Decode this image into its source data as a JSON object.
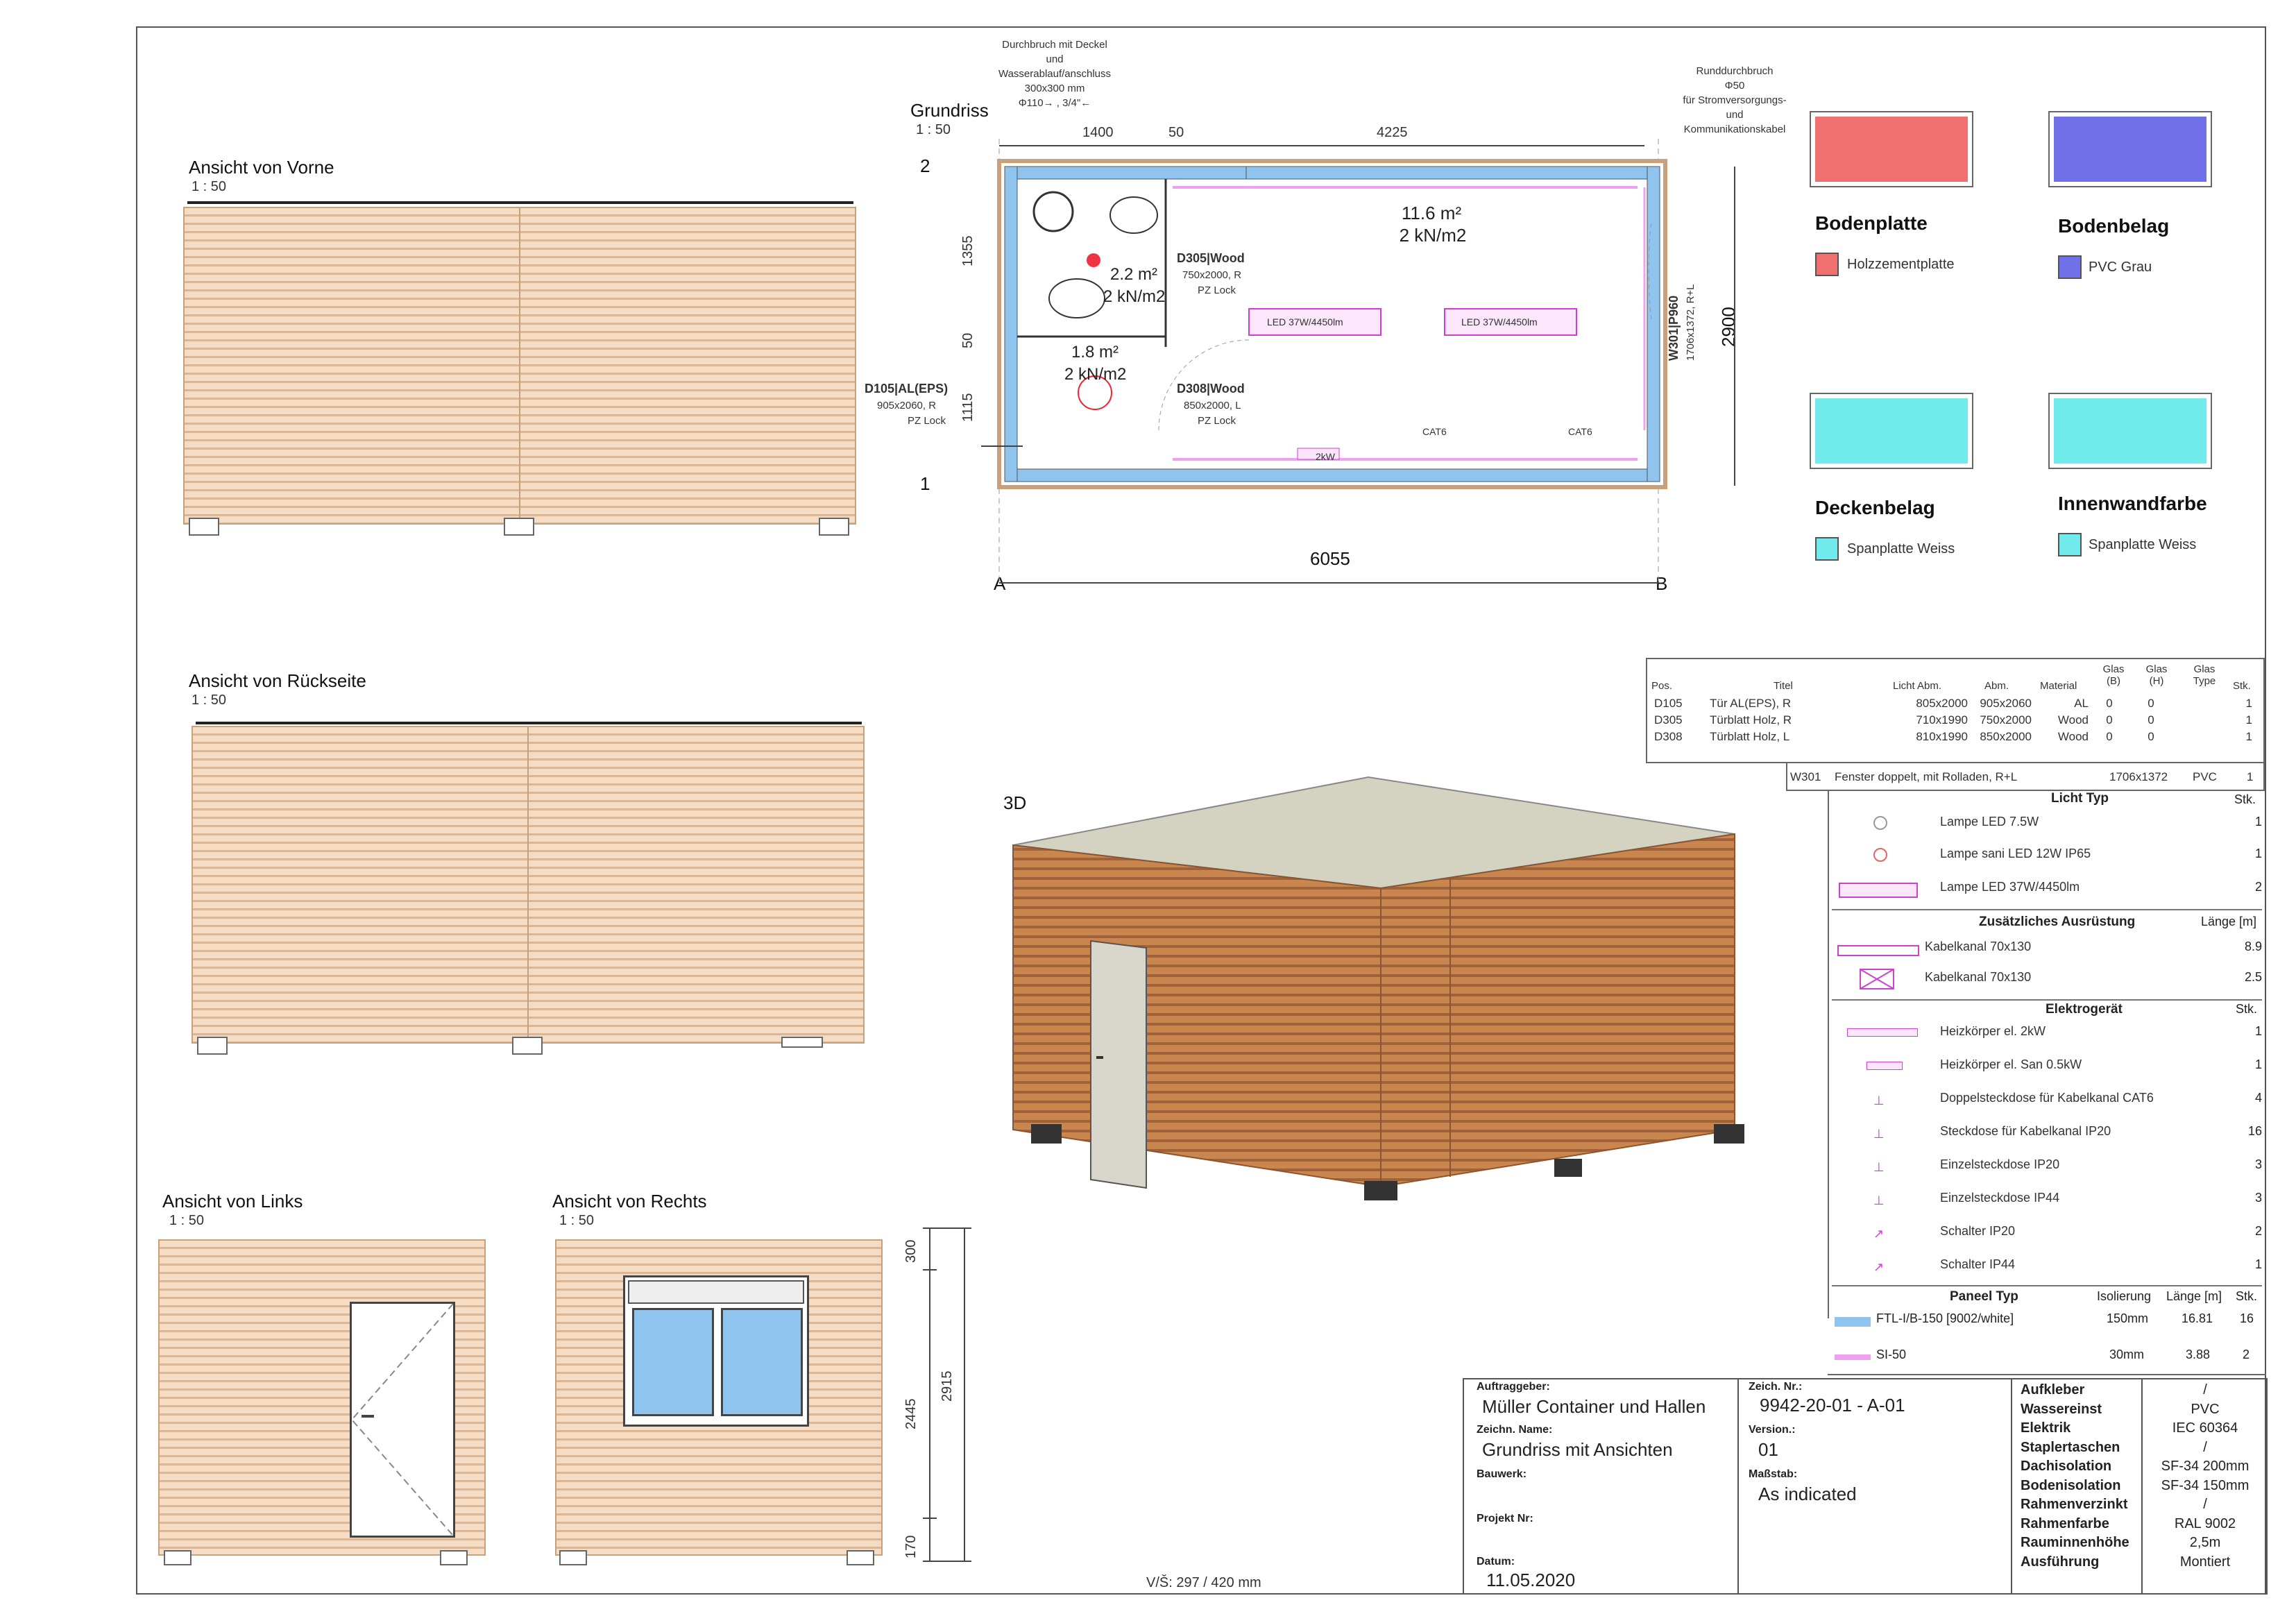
{
  "views": {
    "front": {
      "title": "Ansicht von Vorne",
      "scale": "1 : 50"
    },
    "back": {
      "title": "Ansicht von Rückseite",
      "scale": "1 : 50"
    },
    "left": {
      "title": "Ansicht von Links",
      "scale": "1 : 50"
    },
    "right": {
      "title": "Ansicht von Rechts",
      "scale": "1 : 50"
    },
    "iso": {
      "title": "3D"
    }
  },
  "plan": {
    "title": "Grundriss",
    "scale": "1 : 50",
    "note_top": [
      "Durchbruch mit Deckel",
      "und",
      "Wasserablauf/anschluss",
      "300x300 mm",
      "Φ110→ , 3/4\"←"
    ],
    "note_right": [
      "Runddurchbruch",
      "Φ50",
      "für Stromversorgungs-",
      "und",
      "Kommunikationskabel"
    ],
    "dims_top": [
      "1400",
      "50",
      "4225"
    ],
    "dims_left": [
      "1355",
      "50",
      "1115"
    ],
    "dim_bottom": "6055",
    "dim_right": "2900",
    "grid_rows": [
      "2",
      "1"
    ],
    "grid_cols": [
      "A",
      "B"
    ],
    "rooms": [
      {
        "area": "11.6 m²",
        "load": "2 kN/m2"
      },
      {
        "area": "2.2 m²",
        "load": "2 kN/m2"
      },
      {
        "area": "1.8 m²",
        "load": "2 kN/m2"
      }
    ],
    "doors": [
      {
        "code": "D305|Wood",
        "size": "750x2000, R",
        "lock": "PZ Lock"
      },
      {
        "code": "D308|Wood",
        "size": "850x2000, L",
        "lock": "PZ Lock"
      },
      {
        "code": "D105|AL(EPS)",
        "size": "905x2060, R",
        "lock": "PZ Lock"
      }
    ],
    "window": {
      "code": "W301|P960",
      "size": "1706x1372, R+L"
    },
    "led_labels": [
      "LED 37W/4450lm",
      "LED 37W/4450lm"
    ],
    "cat6": [
      "CAT6",
      "CAT6"
    ],
    "heater": "2kW"
  },
  "finishes": [
    {
      "title": "Bodenplatte",
      "label": "Holzzementplatte",
      "color": "#f07070"
    },
    {
      "title": "Bodenbelag",
      "label": "PVC Grau",
      "color": "#7070e8"
    },
    {
      "title": "Deckenbelag",
      "label": "Spanplatte Weiss",
      "color": "#70eaea"
    },
    {
      "title": "Innenwandfarbe",
      "label": "Spanplatte Weiss",
      "color": "#70eaea"
    }
  ],
  "door_table": {
    "headers": [
      "Pos.",
      "Titel",
      "Licht Abm.",
      "Abm.",
      "Material",
      "Glas (B)",
      "Glas (H)",
      "Glas Type",
      "Stk."
    ],
    "rows": [
      [
        "D105",
        "Tür AL(EPS), R",
        "805x2000",
        "905x2060",
        "AL",
        "0",
        "0",
        "",
        "1"
      ],
      [
        "D305",
        "Türblatt Holz, R",
        "710x1990",
        "750x2000",
        "Wood",
        "0",
        "0",
        "",
        "1"
      ],
      [
        "D308",
        "Türblatt Holz, L",
        "810x1990",
        "850x2000",
        "Wood",
        "0",
        "0",
        "",
        "1"
      ]
    ],
    "window_row": [
      "W301",
      "Fenster doppelt, mit Rolladen, R+L",
      "1706x1372",
      "PVC",
      "1"
    ]
  },
  "light": {
    "title": "Licht Typ",
    "count_header": "Stk.",
    "items": [
      {
        "label": "Lampe LED 7.5W",
        "count": "1"
      },
      {
        "label": "Lampe sani LED 12W IP65",
        "count": "1"
      },
      {
        "label": "Lampe LED 37W/4450lm",
        "count": "2"
      }
    ]
  },
  "extra": {
    "title": "Zusätzliches Ausrüstung",
    "count_header": "Länge [m]",
    "items": [
      {
        "label": "Kabelkanal 70x130",
        "count": "8.9"
      },
      {
        "label": "Kabelkanal 70x130",
        "count": "2.5"
      }
    ]
  },
  "electro": {
    "title": "Elektrogerät",
    "count_header": "Stk.",
    "items": [
      {
        "label": "Heizkörper el. 2kW",
        "count": "1"
      },
      {
        "label": "Heizkörper el. San 0.5kW",
        "count": "1"
      },
      {
        "label": "Doppelsteckdose für Kabelkanal CAT6",
        "count": "4"
      },
      {
        "label": "Steckdose für Kabelkanal IP20",
        "count": "16"
      },
      {
        "label": "Einzelsteckdose IP20",
        "count": "3"
      },
      {
        "label": "Einzelsteckdose IP44",
        "count": "3"
      },
      {
        "label": "Schalter IP20",
        "count": "2"
      },
      {
        "label": "Schalter IP44",
        "count": "1"
      }
    ]
  },
  "panels": {
    "title": "Paneel Typ",
    "h_insul": "Isolierung",
    "h_len": "Länge [m]",
    "h_cnt": "Stk.",
    "items": [
      {
        "label": "FTL-I/B-150 [9002/white]",
        "insul": "150mm",
        "len": "16.81",
        "count": "16",
        "color": "#8ec4ee"
      },
      {
        "label": "SI-50",
        "insul": "30mm",
        "len": "3.88",
        "count": "2",
        "color": "#f0a0f0"
      }
    ]
  },
  "elevation_dims": [
    "300",
    "2445",
    "170",
    "2915"
  ],
  "title_block": {
    "client_label": "Auftraggeber:",
    "client": "Müller Container und Hallen",
    "drawing_name_label": "Zeichn. Name:",
    "drawing_name": "Grundriss mit Ansichten",
    "building_label": "Bauwerk:",
    "project_label": "Projekt Nr:",
    "date_label": "Datum:",
    "date": "11.05.2020",
    "drawing_no_label": "Zeich. Nr.:",
    "drawing_no": "9942-20-01 -  A-01",
    "version_label": "Version.:",
    "version": "01",
    "scale_label": "Maßstab:",
    "scale": "As indicated",
    "specs": [
      {
        "k": "Aufkleber",
        "v": "/"
      },
      {
        "k": "Wassereinst",
        "v": "PVC"
      },
      {
        "k": "Elektrik",
        "v": "IEC 60364"
      },
      {
        "k": "Staplertaschen",
        "v": "/"
      },
      {
        "k": "Dachisolation",
        "v": "SF-34 200mm"
      },
      {
        "k": "Bodenisolation",
        "v": "SF-34 150mm"
      },
      {
        "k": "Rahmenverzinkt",
        "v": "/"
      },
      {
        "k": "Rahmenfarbe",
        "v": "RAL 9002"
      },
      {
        "k": "Rauminnenhöhe",
        "v": "2,5m"
      },
      {
        "k": "Ausführung",
        "v": "Montiert"
      }
    ]
  },
  "sheet_size": "V/Š: 297 / 420 mm"
}
